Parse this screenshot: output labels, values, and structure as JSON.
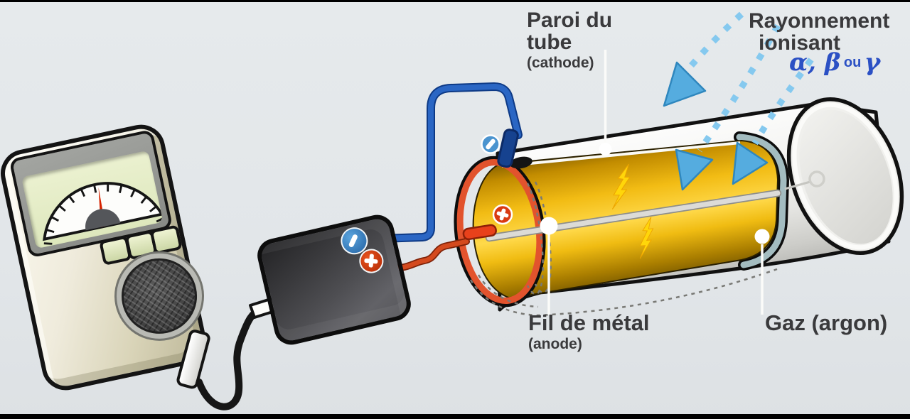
{
  "diagram": {
    "background": "#e3e7ea",
    "labels": {
      "tube_wall": {
        "line1": "Paroi du",
        "line2": "tube",
        "sub": "(cathode)"
      },
      "radiation": {
        "line1": "Rayonnement",
        "line2": "ionisant",
        "particles_main": "α, β",
        "particles_ou": "ou",
        "particles_gamma": "γ"
      },
      "anode_wire": {
        "line1": "Fil de métal",
        "sub": "(anode)"
      },
      "gas": {
        "line1": "Gaz (argon)"
      }
    },
    "badges": {
      "negative": "−",
      "positive": "+"
    },
    "icons": {
      "radiation_arrow": "blue-dashed-radiation-arrow",
      "spark": "yellow-lightning-bolt",
      "minus_badge": "blue-minus-polarity",
      "plus_badge": "red-plus-polarity",
      "meter_dial": "analog-needle-dial",
      "speaker": "speaker-grille"
    },
    "colors": {
      "label_text": "#3a3a3c",
      "particles_text": "#2b50c4",
      "gas_gold": "#ffd94a",
      "cathode_wire": "#2a66c4",
      "anode_wire": "#d44a1e",
      "radiation_blue": "#58b0e8",
      "tube_rim_orange": "#e2532d",
      "tube_rim_teal": "#a3bcc0",
      "needle": "#d62300"
    }
  }
}
